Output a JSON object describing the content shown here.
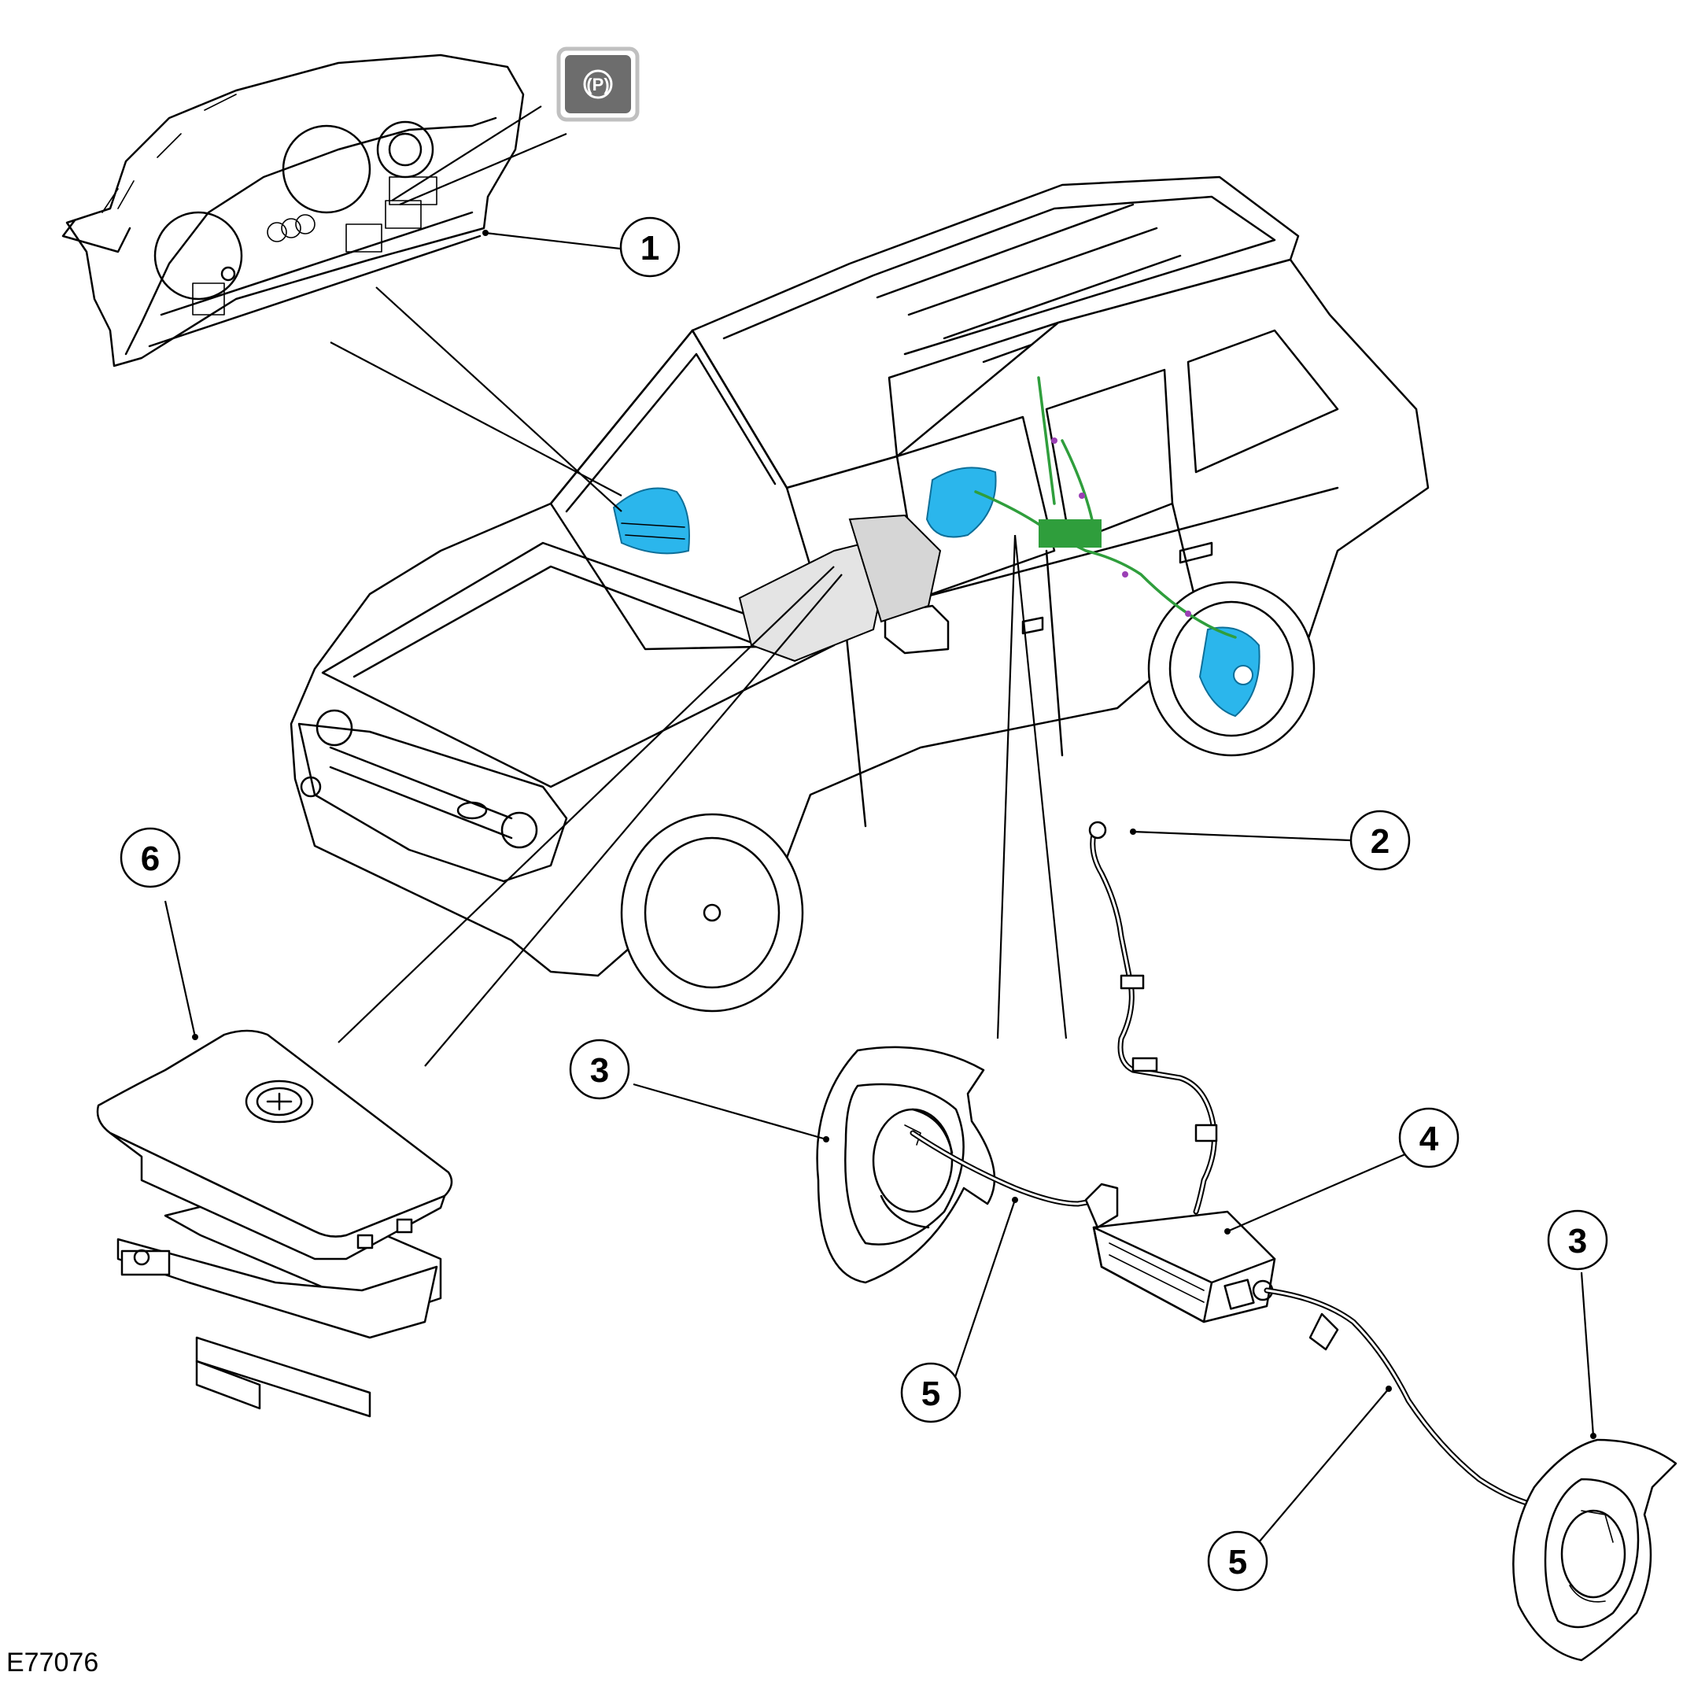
{
  "figure": {
    "id": "E77076"
  },
  "callouts": [
    {
      "number": "1"
    },
    {
      "number": "2"
    },
    {
      "number": "3"
    },
    {
      "number": "4"
    },
    {
      "number": "5"
    },
    {
      "number": "6"
    }
  ],
  "warning_lamp": {
    "symbol": "(P)",
    "icon": "parking-brake-warning-icon"
  },
  "colors": {
    "highlight": "#2bb6ec",
    "harness": "#2f9e3c",
    "connector": "#9b3fb5",
    "lamp_bg": "#6d6d6d",
    "line": "#000000"
  }
}
